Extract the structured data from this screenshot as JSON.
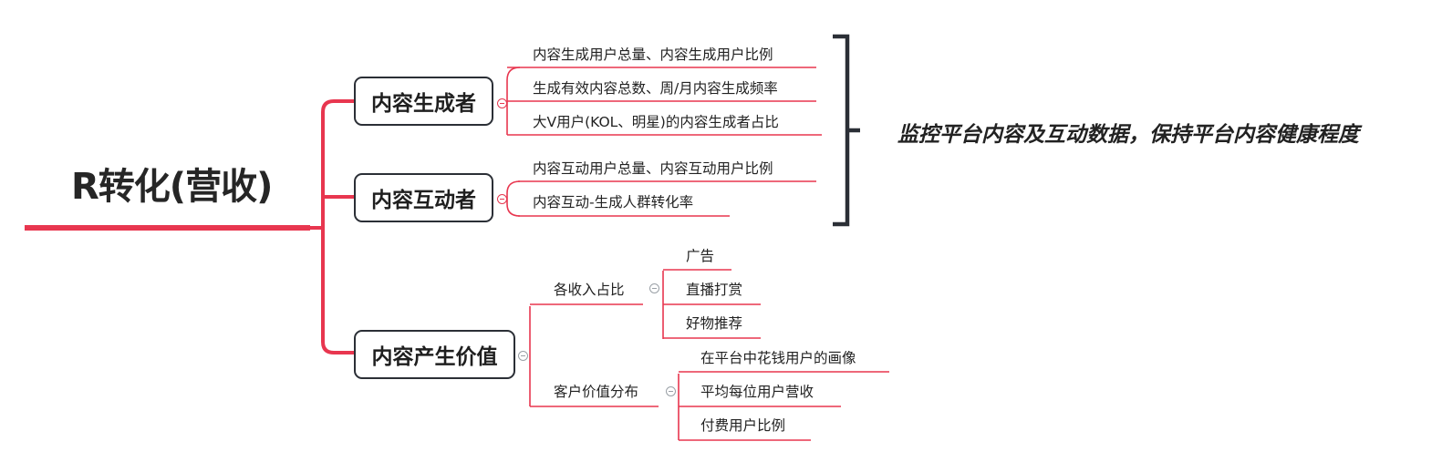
{
  "root": {
    "label": "R转化(营收)"
  },
  "topics": [
    {
      "label": "内容生成者",
      "children": [
        {
          "label": "内容生成用户总量、内容生成用户比例"
        },
        {
          "label": "生成有效内容总数、周/月内容生成频率"
        },
        {
          "label": "大V用户(KOL、明星)的内容生成者占比"
        }
      ]
    },
    {
      "label": "内容互动者",
      "children": [
        {
          "label": "内容互动用户总量、内容互动用户比例"
        },
        {
          "label": "内容互动-生成人群转化率"
        }
      ]
    },
    {
      "label": "内容产生价值",
      "children": [
        {
          "label": "各收入占比",
          "children": [
            {
              "label": "广告"
            },
            {
              "label": "直播打赏"
            },
            {
              "label": "好物推荐"
            }
          ]
        },
        {
          "label": "客户价值分布",
          "children": [
            {
              "label": "在平台中花钱用户的画像"
            },
            {
              "label": "平均每位用户营收"
            },
            {
              "label": "付费用户比例"
            }
          ]
        }
      ]
    }
  ],
  "summary": {
    "label": "监控平台内容及互动数据，保持平台内容健康程度"
  },
  "colors": {
    "branch": "#e8364f",
    "topic_border": "#2b2f36",
    "bracket": "#2b2f36",
    "collapse_grey": "#9aa0a6"
  }
}
